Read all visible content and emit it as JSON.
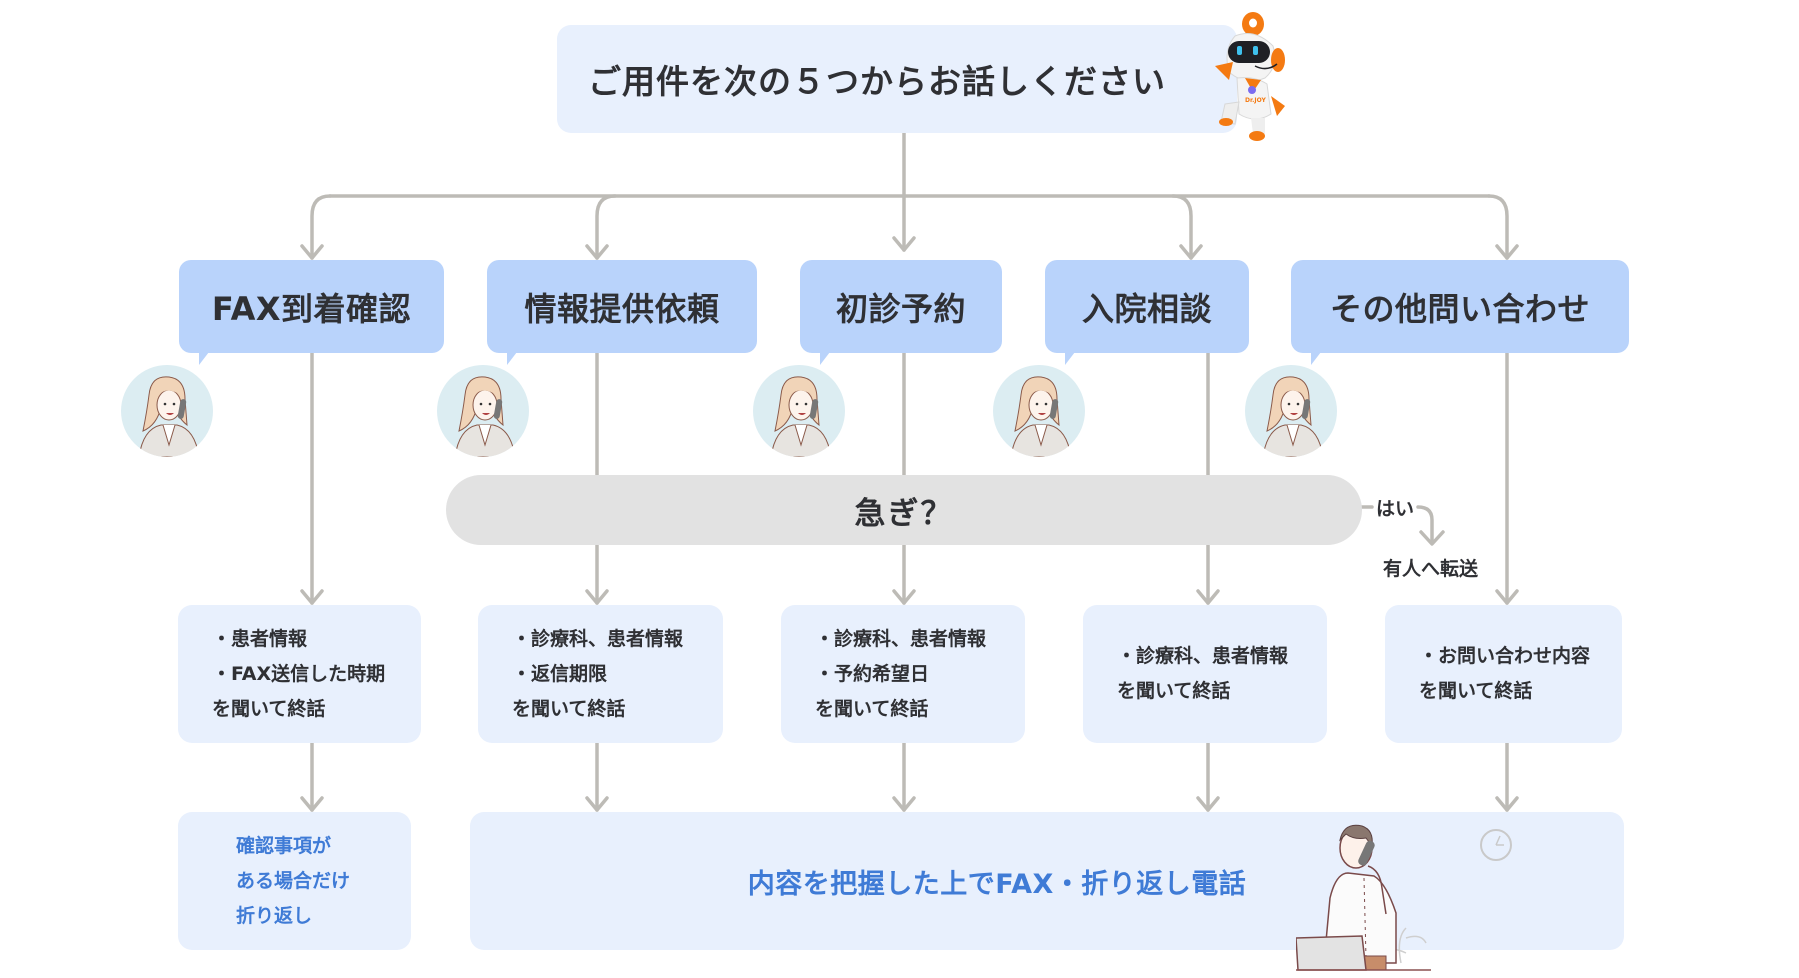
{
  "header": {
    "title": "ご用件を次の５つからお話しください",
    "mascot": "robot-mascot-icon"
  },
  "categories": [
    {
      "label": "FAX到着確認"
    },
    {
      "label": "情報提供依頼"
    },
    {
      "label": "初診予約"
    },
    {
      "label": "入院相談"
    },
    {
      "label": "その他問い合わせ"
    }
  ],
  "operator_icon": "operator-woman-avatar",
  "decision": {
    "question": "急ぎ？",
    "yes_label": "はい",
    "yes_action": "有人へ転送"
  },
  "details": [
    {
      "items": [
        "・患者情報",
        "・FAX送信した時期"
      ],
      "closing": "を聞いて終話"
    },
    {
      "items": [
        "・診療科、患者情報",
        "・返信期限"
      ],
      "closing": "を聞いて終話"
    },
    {
      "items": [
        "・診療科、患者情報",
        "・予約希望日"
      ],
      "closing": "を聞いて終話"
    },
    {
      "items": [
        "・診療科、患者情報"
      ],
      "closing": "を聞いて終話"
    },
    {
      "items": [
        "・お問い合わせ内容"
      ],
      "closing": "を聞いて終話"
    }
  ],
  "outcomes": {
    "fax_confirm": [
      "確認事項が",
      "ある場合だけ",
      "折り返し"
    ],
    "others": "内容を把握した上でFAX・折り返し電話"
  },
  "colors": {
    "category_bg": "#b9d3fb",
    "light_box_bg": "#e8f0fd",
    "decision_bg": "#e2e2e2",
    "connector": "#bdbbb6",
    "accent_text": "#3f7bd6",
    "body_text": "#2f3034",
    "mascot_orange": "#f47a12"
  }
}
